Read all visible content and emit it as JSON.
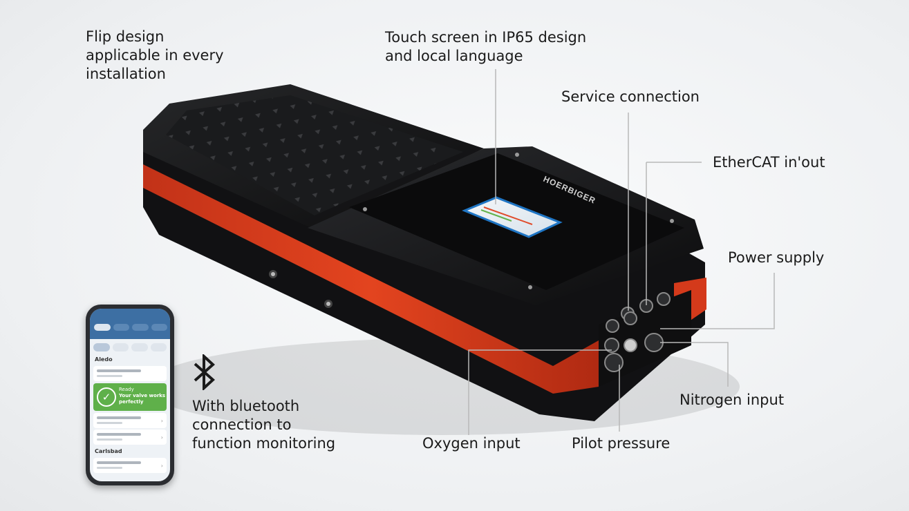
{
  "labels": {
    "flip_design": [
      "Flip design",
      "applicable in every",
      "installation"
    ],
    "touch_screen": [
      "Touch screen in IP65 design",
      "and local language"
    ],
    "service_connection": "Service connection",
    "ethercat": "EtherCAT in'out",
    "power_supply": "Power supply",
    "nitrogen_input": "Nitrogen input",
    "oxygen_input": "Oxygen input",
    "pilot_pressure": "Pilot pressure",
    "bluetooth": [
      "With bluetooth",
      "connection to",
      "function monitoring"
    ]
  },
  "device": {
    "brand": "HOERBIGER",
    "colors": {
      "body": "#151517",
      "stripe": "#e0401f",
      "screen": "#1f75c4"
    }
  },
  "phone": {
    "sections": [
      "Aledo",
      "Carlsbad"
    ],
    "ready_title": "Ready",
    "ready_message": [
      "Your valve works",
      "perfectly"
    ]
  },
  "icons": [
    "bluetooth-icon",
    "check-icon"
  ]
}
